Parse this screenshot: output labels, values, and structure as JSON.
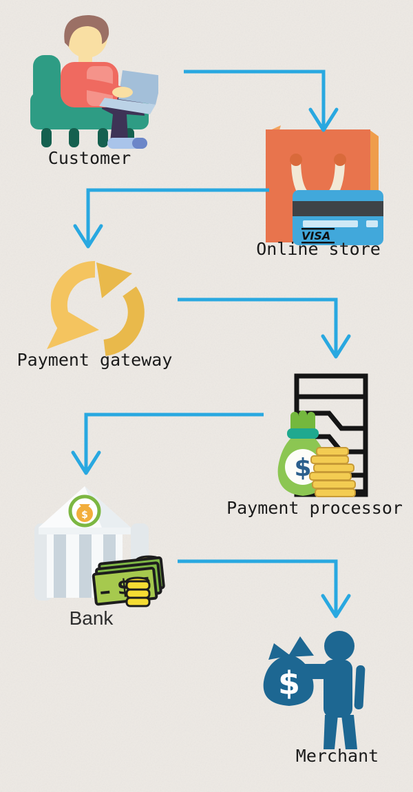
{
  "flow": {
    "card_brand": "VISA",
    "currency_symbol": "$",
    "nodes": [
      {
        "id": "customer",
        "label": "Customer",
        "icon": "customer-laptop-armchair-icon"
      },
      {
        "id": "online-store",
        "label": "Online store",
        "icon": "shopping-bag-visa-card-icon"
      },
      {
        "id": "payment-gateway",
        "label": "Payment gateway",
        "icon": "circular-sync-arrows-icon"
      },
      {
        "id": "payment-processor",
        "label": "Payment processor",
        "icon": "server-money-bag-coins-icon"
      },
      {
        "id": "bank",
        "label": "Bank",
        "icon": "bank-building-cash-coins-icon"
      },
      {
        "id": "merchant",
        "label": "Merchant",
        "icon": "merchant-holding-money-bag-icon"
      }
    ],
    "connections": [
      {
        "from": "Customer",
        "to": "Online store"
      },
      {
        "from": "Online store",
        "to": "Payment gateway"
      },
      {
        "from": "Payment gateway",
        "to": "Payment processor"
      },
      {
        "from": "Payment processor",
        "to": "Bank"
      },
      {
        "from": "Bank",
        "to": "Merchant"
      }
    ],
    "colors": {
      "background": "#EDE9E4",
      "arrow": "#29A8E0",
      "text": "#1B1B1B",
      "gateway_gold_light": "#F4C45F",
      "gateway_gold_dark": "#E9B94B",
      "merchant_blue": "#1D6792",
      "money_bag_green": "#8CC652",
      "store_bag_orange": "#E8744D",
      "card_blue": "#41A8DB",
      "chair_teal": "#2E9C84",
      "coin_gold": "#F5DC33",
      "bank_ring_green": "#7CB742"
    }
  }
}
